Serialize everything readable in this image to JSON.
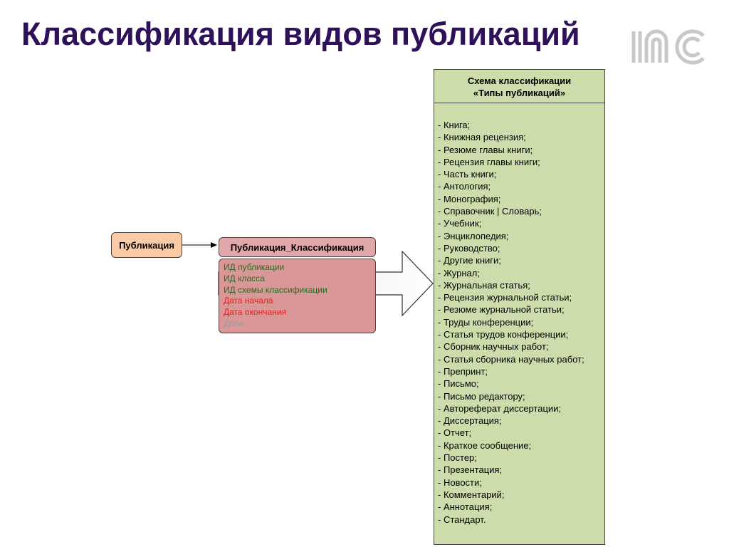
{
  "slide": {
    "title": "Классификация видов публикаций"
  },
  "diagram": {
    "publication_box": "Публикация",
    "classification": {
      "title": "Публикация_Классификация",
      "fields": [
        {
          "label": "ИД публикации",
          "color": "#1f6e1f"
        },
        {
          "label": "ИД класса",
          "color": "#1f6e1f"
        },
        {
          "label": "ИД схемы классификации",
          "color": "#1f6e1f"
        },
        {
          "label": "Дата начала",
          "color": "#e8201c"
        },
        {
          "label": "Дата окончания",
          "color": "#e8201c"
        },
        {
          "label": "Доля",
          "color": "#9a9a9a"
        }
      ]
    },
    "scheme": {
      "title_line1": "Схема классификации",
      "title_line2": "«Типы публикаций»",
      "items": [
        "- Книга;",
        "- Книжная рецензия;",
        "- Резюме главы книги;",
        "- Рецензия главы книги;",
        "- Часть книги;",
        "- Антология;",
        "- Монография;",
        "- Справочник | Словарь;",
        "- Учебник;",
        "- Энциклопедия;",
        "- Руководство;",
        "- Другие книги;",
        "- Журнал;",
        "- Журнальная статья;",
        "- Рецензия журнальной статьи;",
        "- Резюме журнальной статьи;",
        "- Труды конференции;",
        "- Статья трудов конференции;",
        "- Сборник научных работ;",
        "- Статья сборника научных работ;",
        "- Препринт;",
        "- Письмо;",
        "- Письмо редактору;",
        "- Автореферат диссертации;",
        "- Диссертация;",
        "- Отчет;",
        "- Краткое сообщение;",
        "- Постер;",
        "- Презентация;",
        "- Новости;",
        "- Комментарий;",
        "- Аннотация;",
        "- Стандарт."
      ]
    }
  },
  "colors": {
    "title": "#2e1159",
    "publication_fill": "#fbcba7",
    "classification_header_fill": "#e0a8a8",
    "classification_body_fill": "#d99797",
    "scheme_fill": "#ccdcaa"
  }
}
